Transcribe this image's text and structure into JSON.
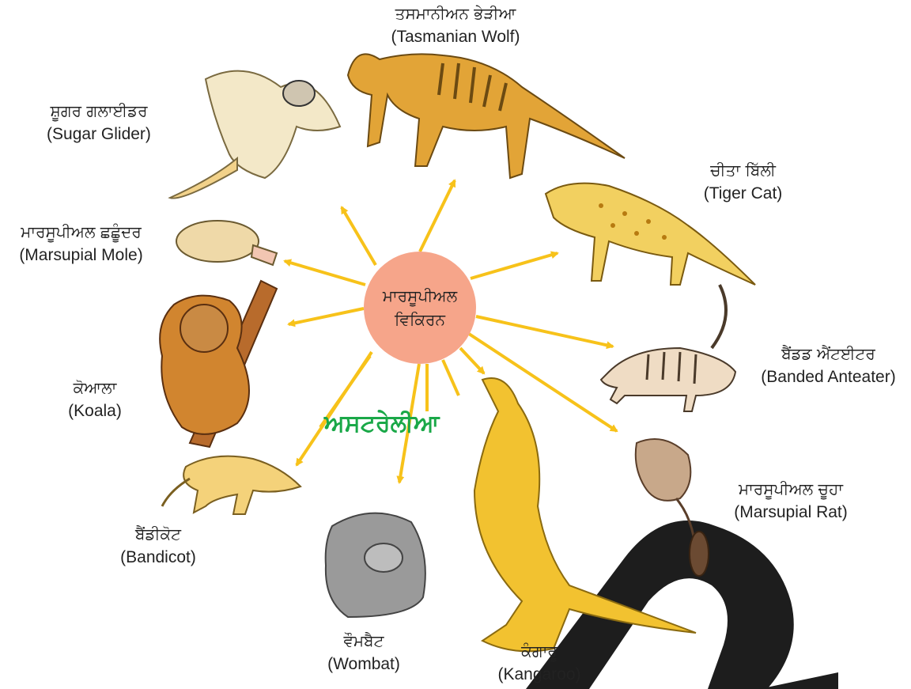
{
  "hub": {
    "line1": "ਮਾਰਸੂਪੀਅਲ",
    "line2": "ਵਿਕਿਰਨ"
  },
  "region": "ਅਸਟਰੇਲੀਆ",
  "animals": [
    {
      "id": "tasmanian-wolf",
      "pa": "ਤਸਮਾਨੀਅਨ ਭੇੜੀਆ",
      "en": "(Tasmanian Wolf)"
    },
    {
      "id": "sugar-glider",
      "pa": "ਸ਼ੂਗਰ ਗਲਾਈਡਰ",
      "en": "(Sugar Glider)"
    },
    {
      "id": "marsupial-mole",
      "pa": "ਮਾਰਸੂਪੀਅਲ ਛਛੂੰਦਰ",
      "en": "(Marsupial Mole)"
    },
    {
      "id": "koala",
      "pa": "ਕੋਆਲਾ",
      "en": "(Koala)"
    },
    {
      "id": "bandicoot",
      "pa": "ਬੈਂਡੀਕੋਟ",
      "en": "(Bandicot)"
    },
    {
      "id": "wombat",
      "pa": "ਵੌਮਬੈਟ",
      "en": "(Wombat)"
    },
    {
      "id": "kangaroo",
      "pa": "ਕੰਗਾਰੂ",
      "en": "(Kangaroo)"
    },
    {
      "id": "marsupial-rat",
      "pa": "ਮਾਰਸੂਪੀਅਲ ਚੂਹਾ",
      "en": "(Marsupial Rat)"
    },
    {
      "id": "banded-anteater",
      "pa": "ਬੈਂਡਡ ਐਂਟਈਟਰ",
      "en": "(Banded Anteater)"
    },
    {
      "id": "tiger-cat",
      "pa": "ਚੀਤਾ ਬਿੱਲੀ",
      "en": "(Tiger Cat)"
    }
  ],
  "colors": {
    "arrow": "#f7c21a",
    "hub": "#f6a58a",
    "region": "#1aa848",
    "animal_yellow": "#f2c230",
    "animal_orange": "#e39a2a",
    "animal_gray": "#9a9a9a",
    "watermark": "#1d1d1d"
  }
}
